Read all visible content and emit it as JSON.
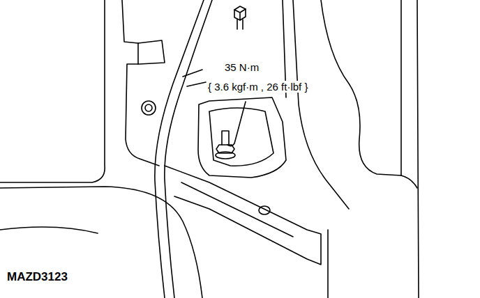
{
  "diagram": {
    "labels": [
      "35 N·m",
      "{ 3.6 kgf·m , 26 ft·lbf }",
      "MAZD3123"
    ]
  }
}
